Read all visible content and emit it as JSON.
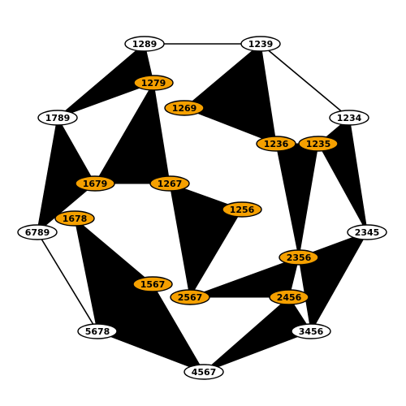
{
  "colors": {
    "background": "#ffffff",
    "outer_fill": "#ffffff",
    "inner_fill": "#f5a000",
    "stroke": "#000000",
    "triangle_fill": "#000000"
  },
  "outer_nodes": [
    {
      "id": "1289",
      "label": "1289"
    },
    {
      "id": "1239",
      "label": "1239"
    },
    {
      "id": "1789",
      "label": "1789"
    },
    {
      "id": "1234",
      "label": "1234"
    },
    {
      "id": "6789",
      "label": "6789"
    },
    {
      "id": "2345",
      "label": "2345"
    },
    {
      "id": "5678",
      "label": "5678"
    },
    {
      "id": "3456",
      "label": "3456"
    },
    {
      "id": "4567",
      "label": "4567"
    }
  ],
  "inner_nodes": [
    {
      "id": "1279",
      "label": "1279"
    },
    {
      "id": "1269",
      "label": "1269"
    },
    {
      "id": "1236",
      "label": "1236"
    },
    {
      "id": "1235",
      "label": "1235"
    },
    {
      "id": "1679",
      "label": "1679"
    },
    {
      "id": "1267",
      "label": "1267"
    },
    {
      "id": "1256",
      "label": "1256"
    },
    {
      "id": "1678",
      "label": "1678"
    },
    {
      "id": "2356",
      "label": "2356"
    },
    {
      "id": "1567",
      "label": "1567"
    },
    {
      "id": "2567",
      "label": "2567"
    },
    {
      "id": "2456",
      "label": "2456"
    }
  ],
  "outer_edges": [
    [
      "1289",
      "1239"
    ],
    [
      "1239",
      "1234"
    ],
    [
      "1234",
      "2345"
    ],
    [
      "2345",
      "3456"
    ],
    [
      "3456",
      "4567"
    ],
    [
      "4567",
      "5678"
    ],
    [
      "5678",
      "6789"
    ],
    [
      "6789",
      "1789"
    ],
    [
      "1789",
      "1289"
    ]
  ],
  "triangles": [
    [
      "1289",
      "1789",
      "1279"
    ],
    [
      "1239",
      "1269",
      "1236"
    ],
    [
      "1234",
      "2345",
      "1235"
    ],
    [
      "2345",
      "3456",
      "2356"
    ],
    [
      "3456",
      "4567",
      "2456"
    ],
    [
      "4567",
      "5678",
      "1567"
    ],
    [
      "1789",
      "6789",
      "1679"
    ],
    [
      "1279",
      "1679",
      "1267"
    ],
    [
      "1236",
      "1235",
      "2356"
    ],
    [
      "1267",
      "2567",
      "1256"
    ],
    [
      "1678",
      "5678",
      "1567"
    ],
    [
      "2567",
      "2456",
      "2356"
    ]
  ]
}
